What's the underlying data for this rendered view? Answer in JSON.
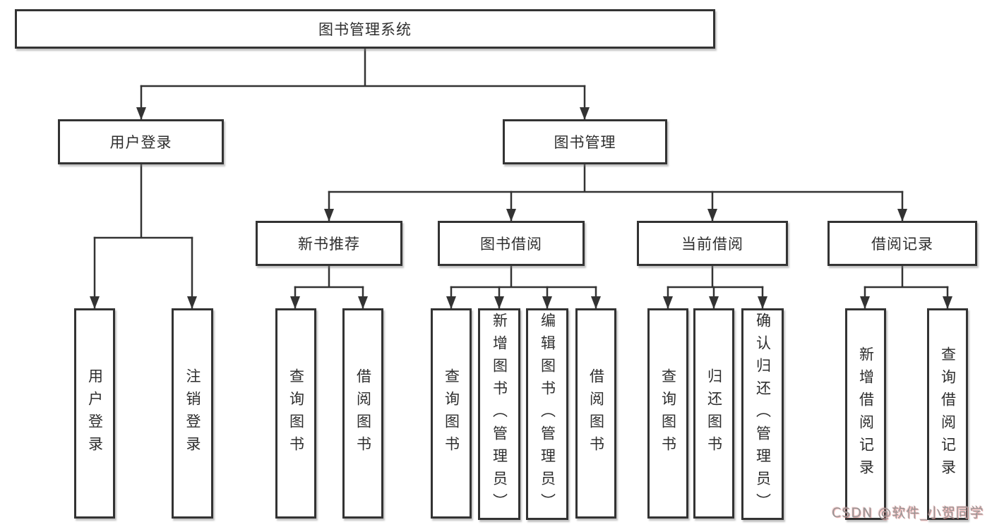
{
  "diagram": {
    "root": {
      "label": "图书管理系统"
    },
    "level2": [
      {
        "name": "user-login-module",
        "label": "用户登录"
      },
      {
        "name": "book-management-module",
        "label": "图书管理"
      }
    ],
    "level3": [
      {
        "name": "new-book-recommend",
        "label": "新书推荐"
      },
      {
        "name": "book-borrowing",
        "label": "图书借阅"
      },
      {
        "name": "current-borrowing",
        "label": "当前借阅"
      },
      {
        "name": "borrowing-records",
        "label": "借阅记录"
      }
    ],
    "leaves": [
      {
        "name": "user-login",
        "label": "用户登录"
      },
      {
        "name": "logout",
        "label": "注销登录"
      },
      {
        "name": "query-books-recommend",
        "label": "查询图书"
      },
      {
        "name": "borrow-books-recommend",
        "label": "借阅图书"
      },
      {
        "name": "query-books-borrowing",
        "label": "查询图书"
      },
      {
        "name": "add-books-admin",
        "label": "新增图书（管理员）"
      },
      {
        "name": "edit-books-admin",
        "label": "编辑图书（管理员）"
      },
      {
        "name": "borrow-books-borrowing",
        "label": "借阅图书"
      },
      {
        "name": "query-books-current",
        "label": "查询图书"
      },
      {
        "name": "return-books",
        "label": "归还图书"
      },
      {
        "name": "confirm-return-admin",
        "label": "确认归还（管理员）"
      },
      {
        "name": "add-borrow-record",
        "label": "新增借阅记录"
      },
      {
        "name": "query-borrow-record",
        "label": "查询借阅记录"
      }
    ]
  },
  "watermark": {
    "text": "CSDN @软件_小贺同学"
  }
}
